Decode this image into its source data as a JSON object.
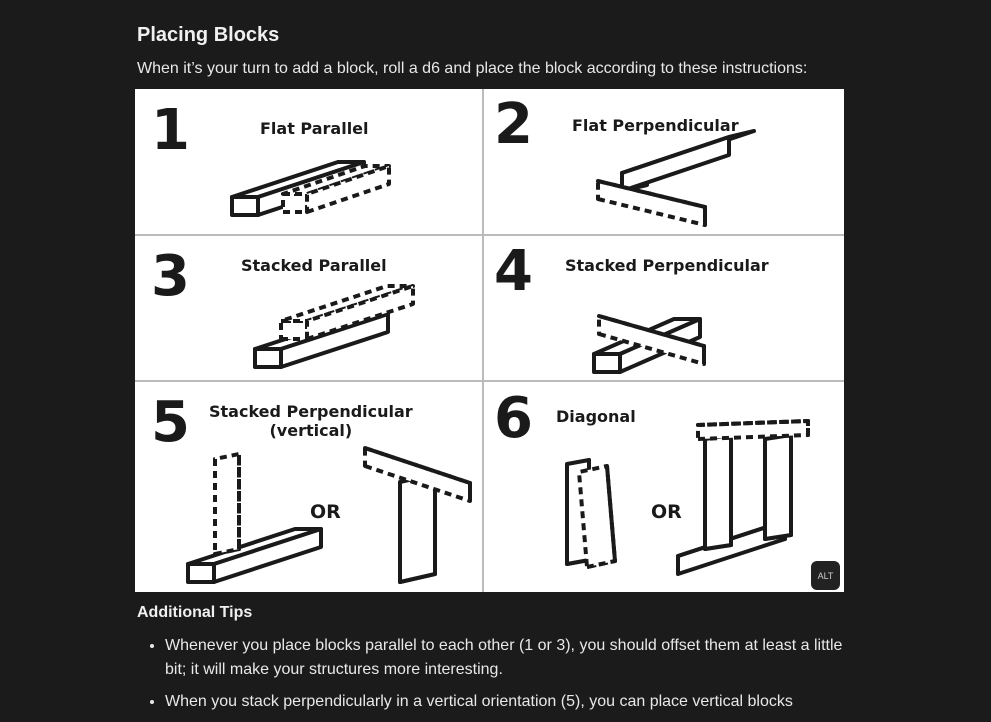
{
  "heading": "Placing Blocks",
  "intro": "When it’s your turn to add a block, roll a d6 and place the block according to these instructions:",
  "figure": {
    "cells": [
      {
        "number": "1",
        "label": "Flat Parallel"
      },
      {
        "number": "2",
        "label": "Flat Perpendicular"
      },
      {
        "number": "3",
        "label": "Stacked Parallel"
      },
      {
        "number": "4",
        "label": "Stacked Perpendicular"
      },
      {
        "number": "5",
        "label": "Stacked Perpendicular\n(vertical)"
      },
      {
        "number": "6",
        "label": "Diagonal"
      }
    ],
    "or_label": "OR",
    "alt_button": "ALT"
  },
  "tips": {
    "heading": "Additional Tips",
    "items": [
      "Whenever you place blocks parallel to each other (1 or 3), you should offset them at least a little bit; it will make your structures more interesting.",
      "When you stack perpendicularly in a vertical orientation (5), you can place vertical blocks"
    ]
  }
}
